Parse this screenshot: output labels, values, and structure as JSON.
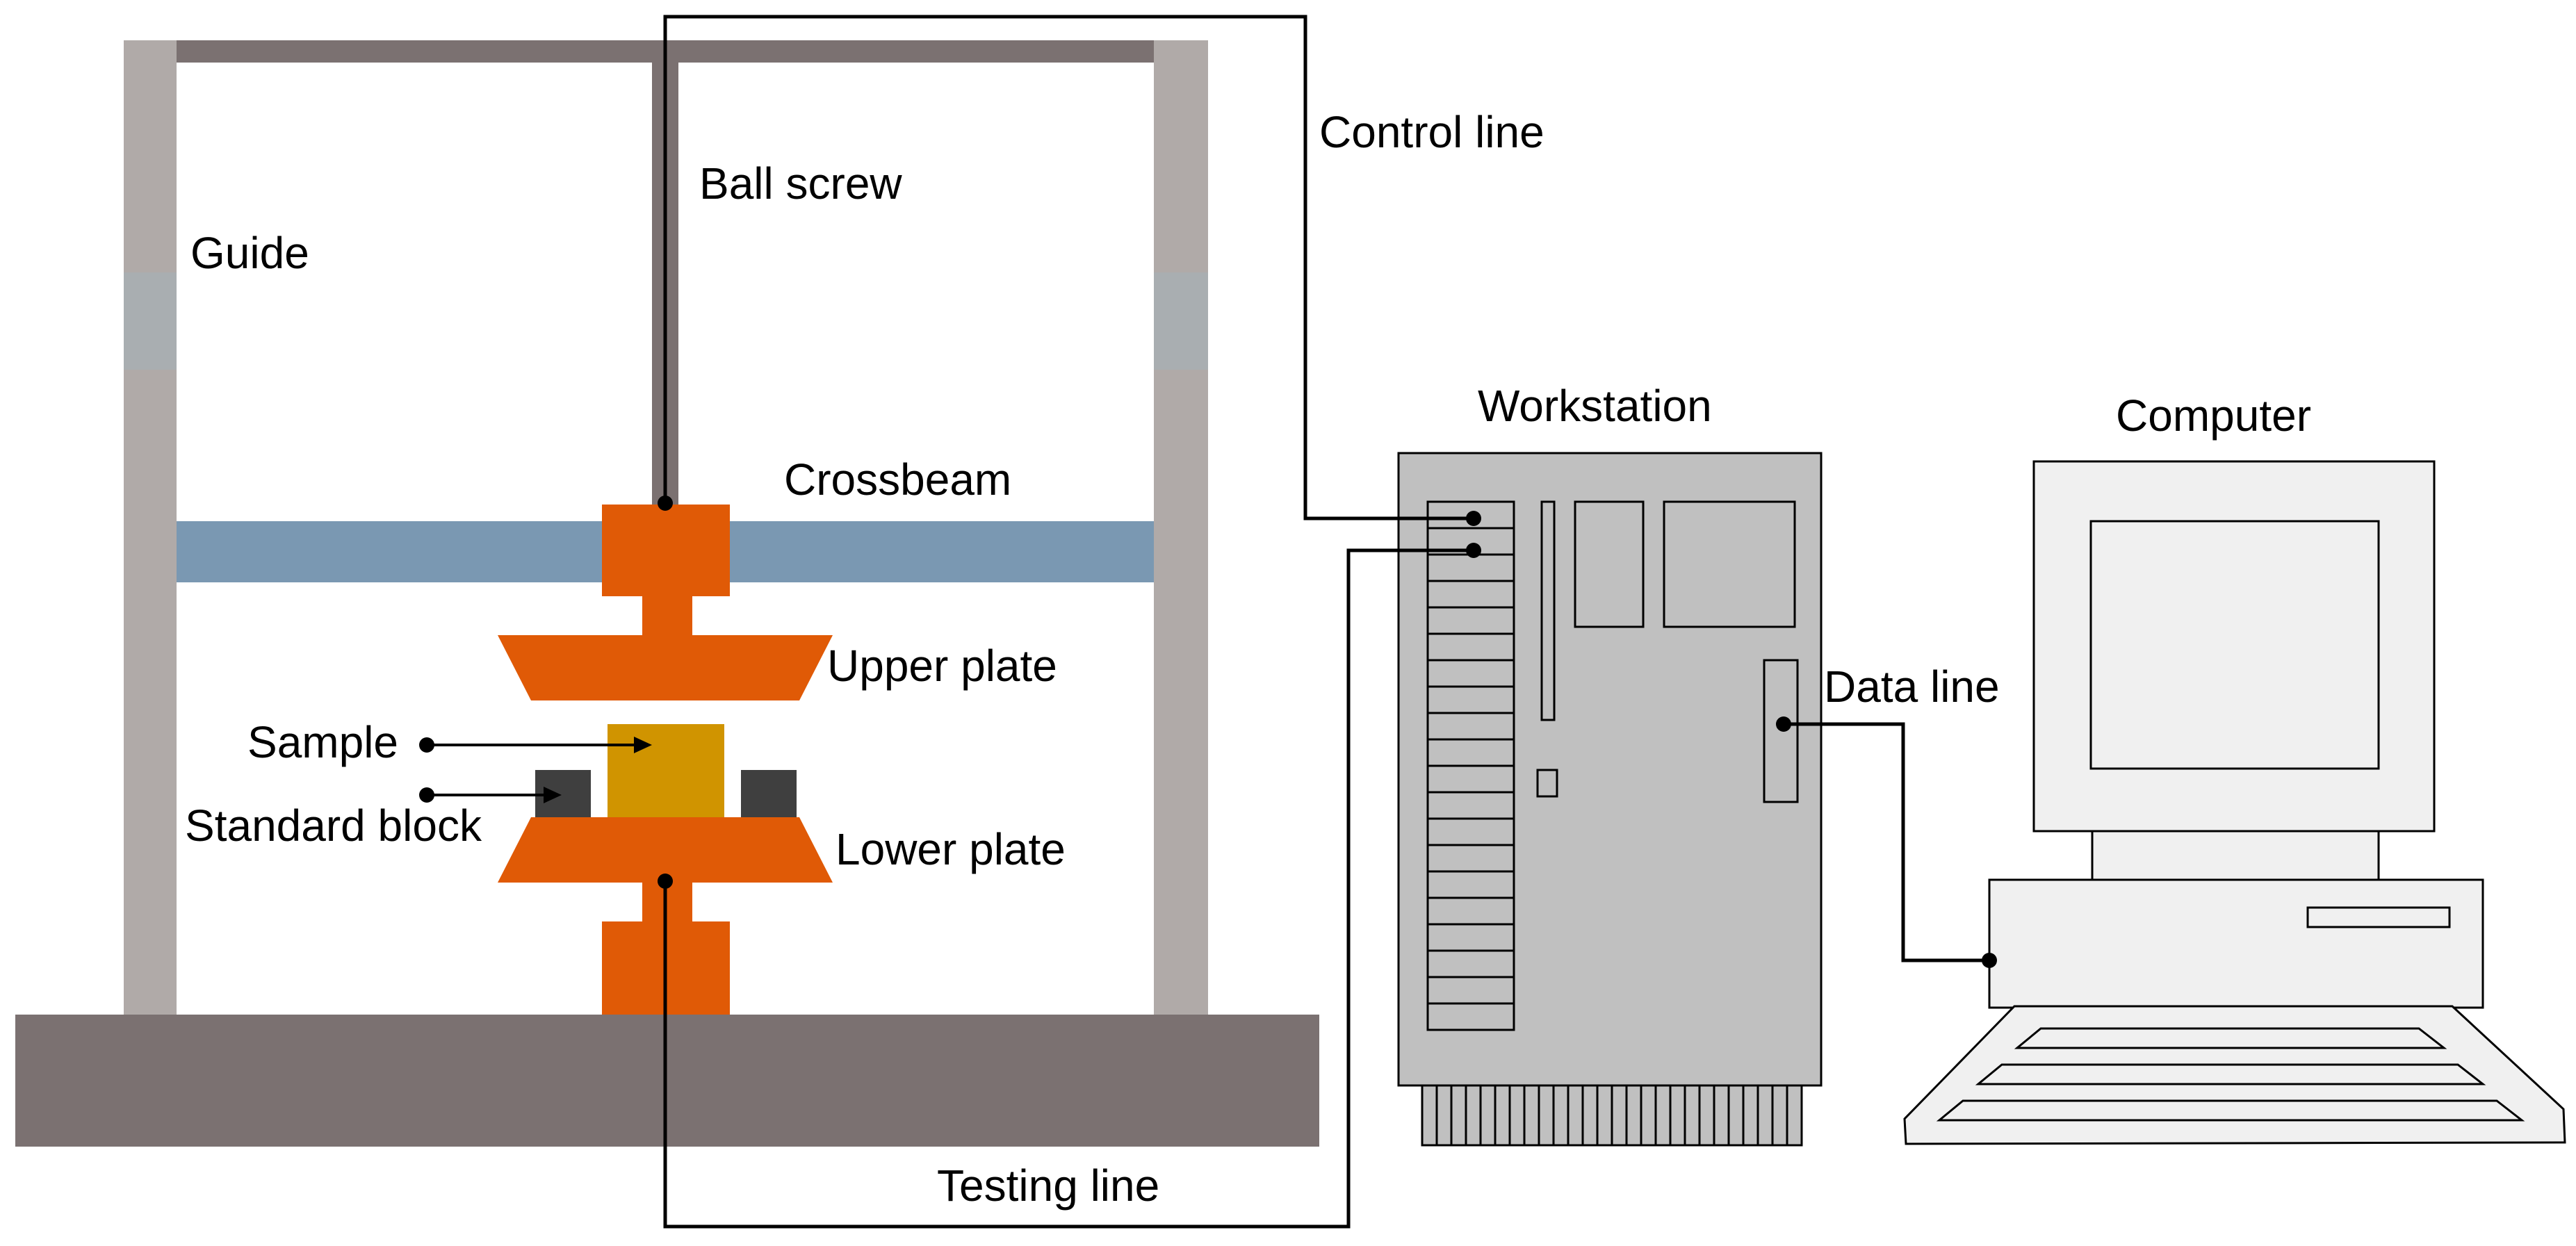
{
  "labels": {
    "control_line": "Control line",
    "ball_screw": "Ball screw",
    "guide": "Guide",
    "workstation": "Workstation",
    "computer": "Computer",
    "crossbeam": "Crossbeam",
    "upper_plate": "Upper plate",
    "data_line": "Data line",
    "sample": "Sample",
    "standard_block": "Standard block",
    "lower_plate": "Lower plate",
    "testing_line": "Testing line"
  },
  "colors": {
    "frame_top": "#7b7171",
    "base": "#7b7171",
    "column": "#b0aaa8",
    "column_band": "#a9aeb1",
    "crossbeam": "#7a98b2",
    "fixture_orange": "#e05a06",
    "sample": "#d09400",
    "standard_block": "#3f3f3f",
    "workstation_fill": "#c0c0c0",
    "computer_fill": "#f0f0f0",
    "wire": "#000000"
  }
}
